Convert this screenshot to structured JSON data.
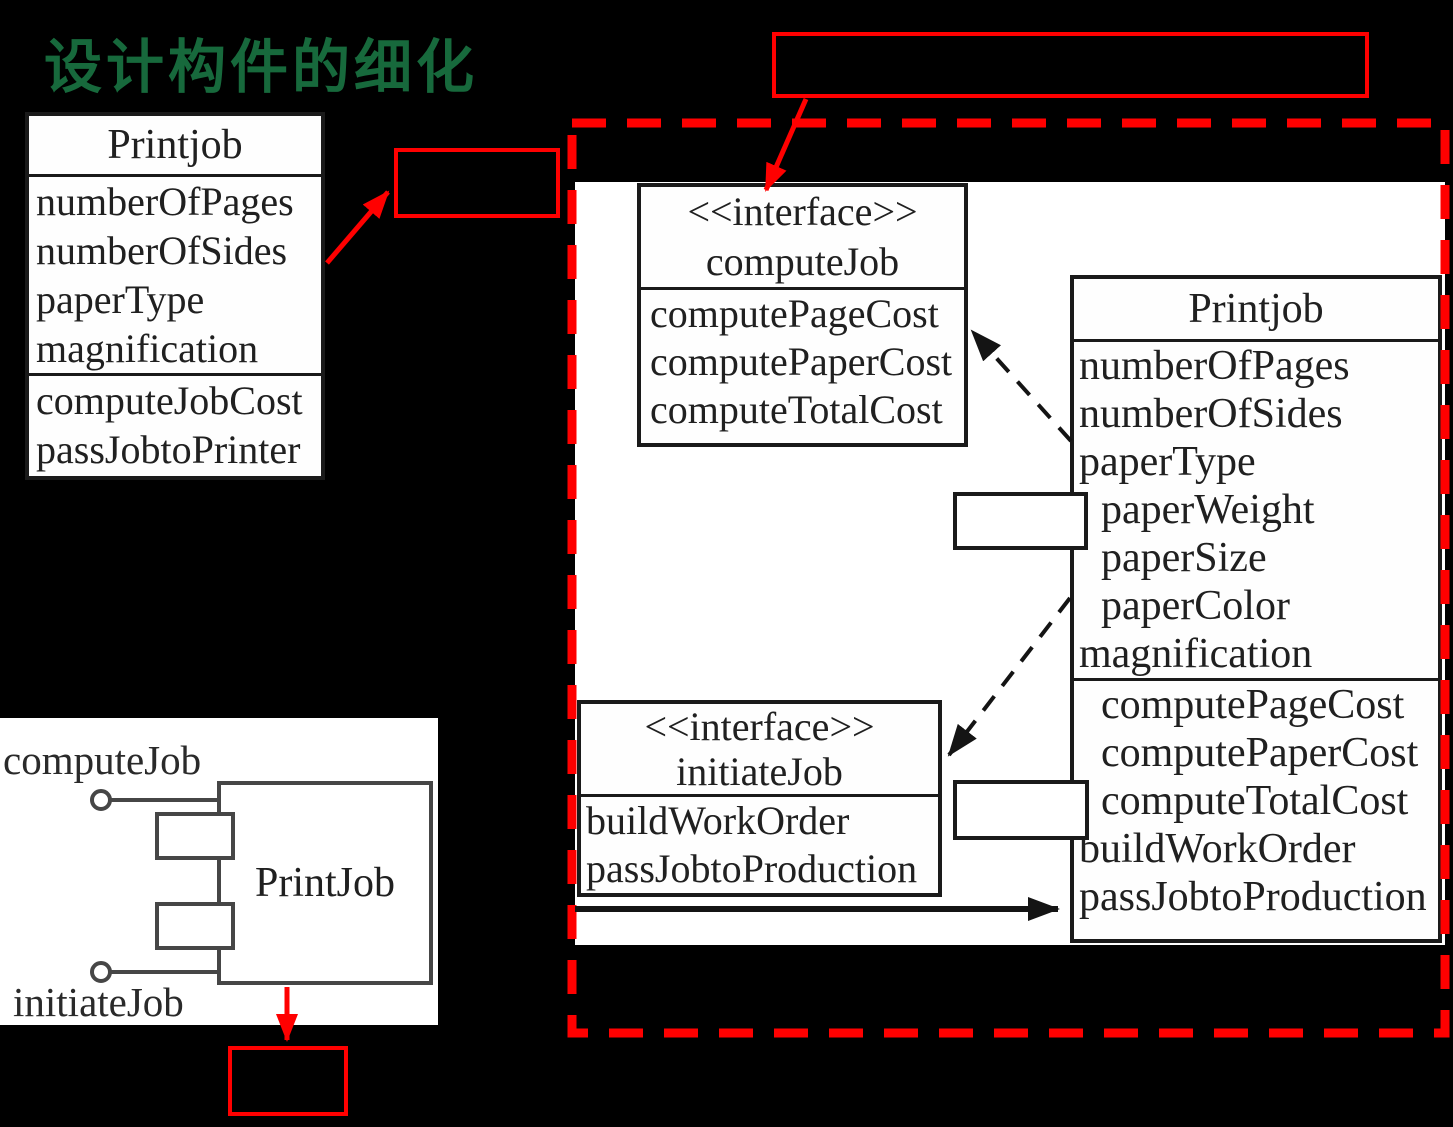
{
  "slide": {
    "title": "设计构件的细化"
  },
  "colors": {
    "background": "#000000",
    "title_green": "#17693C",
    "annotation_red": "#FF0000",
    "box_border": "#1A1A1A",
    "component_border": "#464646",
    "region_white": "#FFFFFF"
  },
  "analysis_class": {
    "name": "Printjob",
    "attributes": [
      "numberOfPages",
      "numberOfSides",
      "paperType",
      "magnification"
    ],
    "methods": [
      "computeJobCost",
      "passJobtoPrinter"
    ]
  },
  "compute_interface": {
    "stereotype": "<<interface>>",
    "name": "computeJob",
    "operations": [
      "computePageCost",
      "computePaperCost",
      "computeTotalCost"
    ]
  },
  "initiate_interface": {
    "stereotype": "<<interface>>",
    "name": "initiateJob",
    "operations": [
      "buildWorkOrder",
      "passJobtoProduction"
    ]
  },
  "design_class": {
    "name": "Printjob",
    "attributes": [
      "numberOfPages",
      "numberOfSides",
      "paperType",
      "paperWeight",
      "paperSize",
      "paperColor",
      "magnification"
    ],
    "methods": [
      "computePageCost",
      "computePaperCost",
      "computeTotalCost",
      "buildWorkOrder",
      "passJobtoProduction"
    ]
  },
  "component_view": {
    "name": "PrintJob",
    "interfaces": [
      "computeJob",
      "initiateJob"
    ]
  }
}
